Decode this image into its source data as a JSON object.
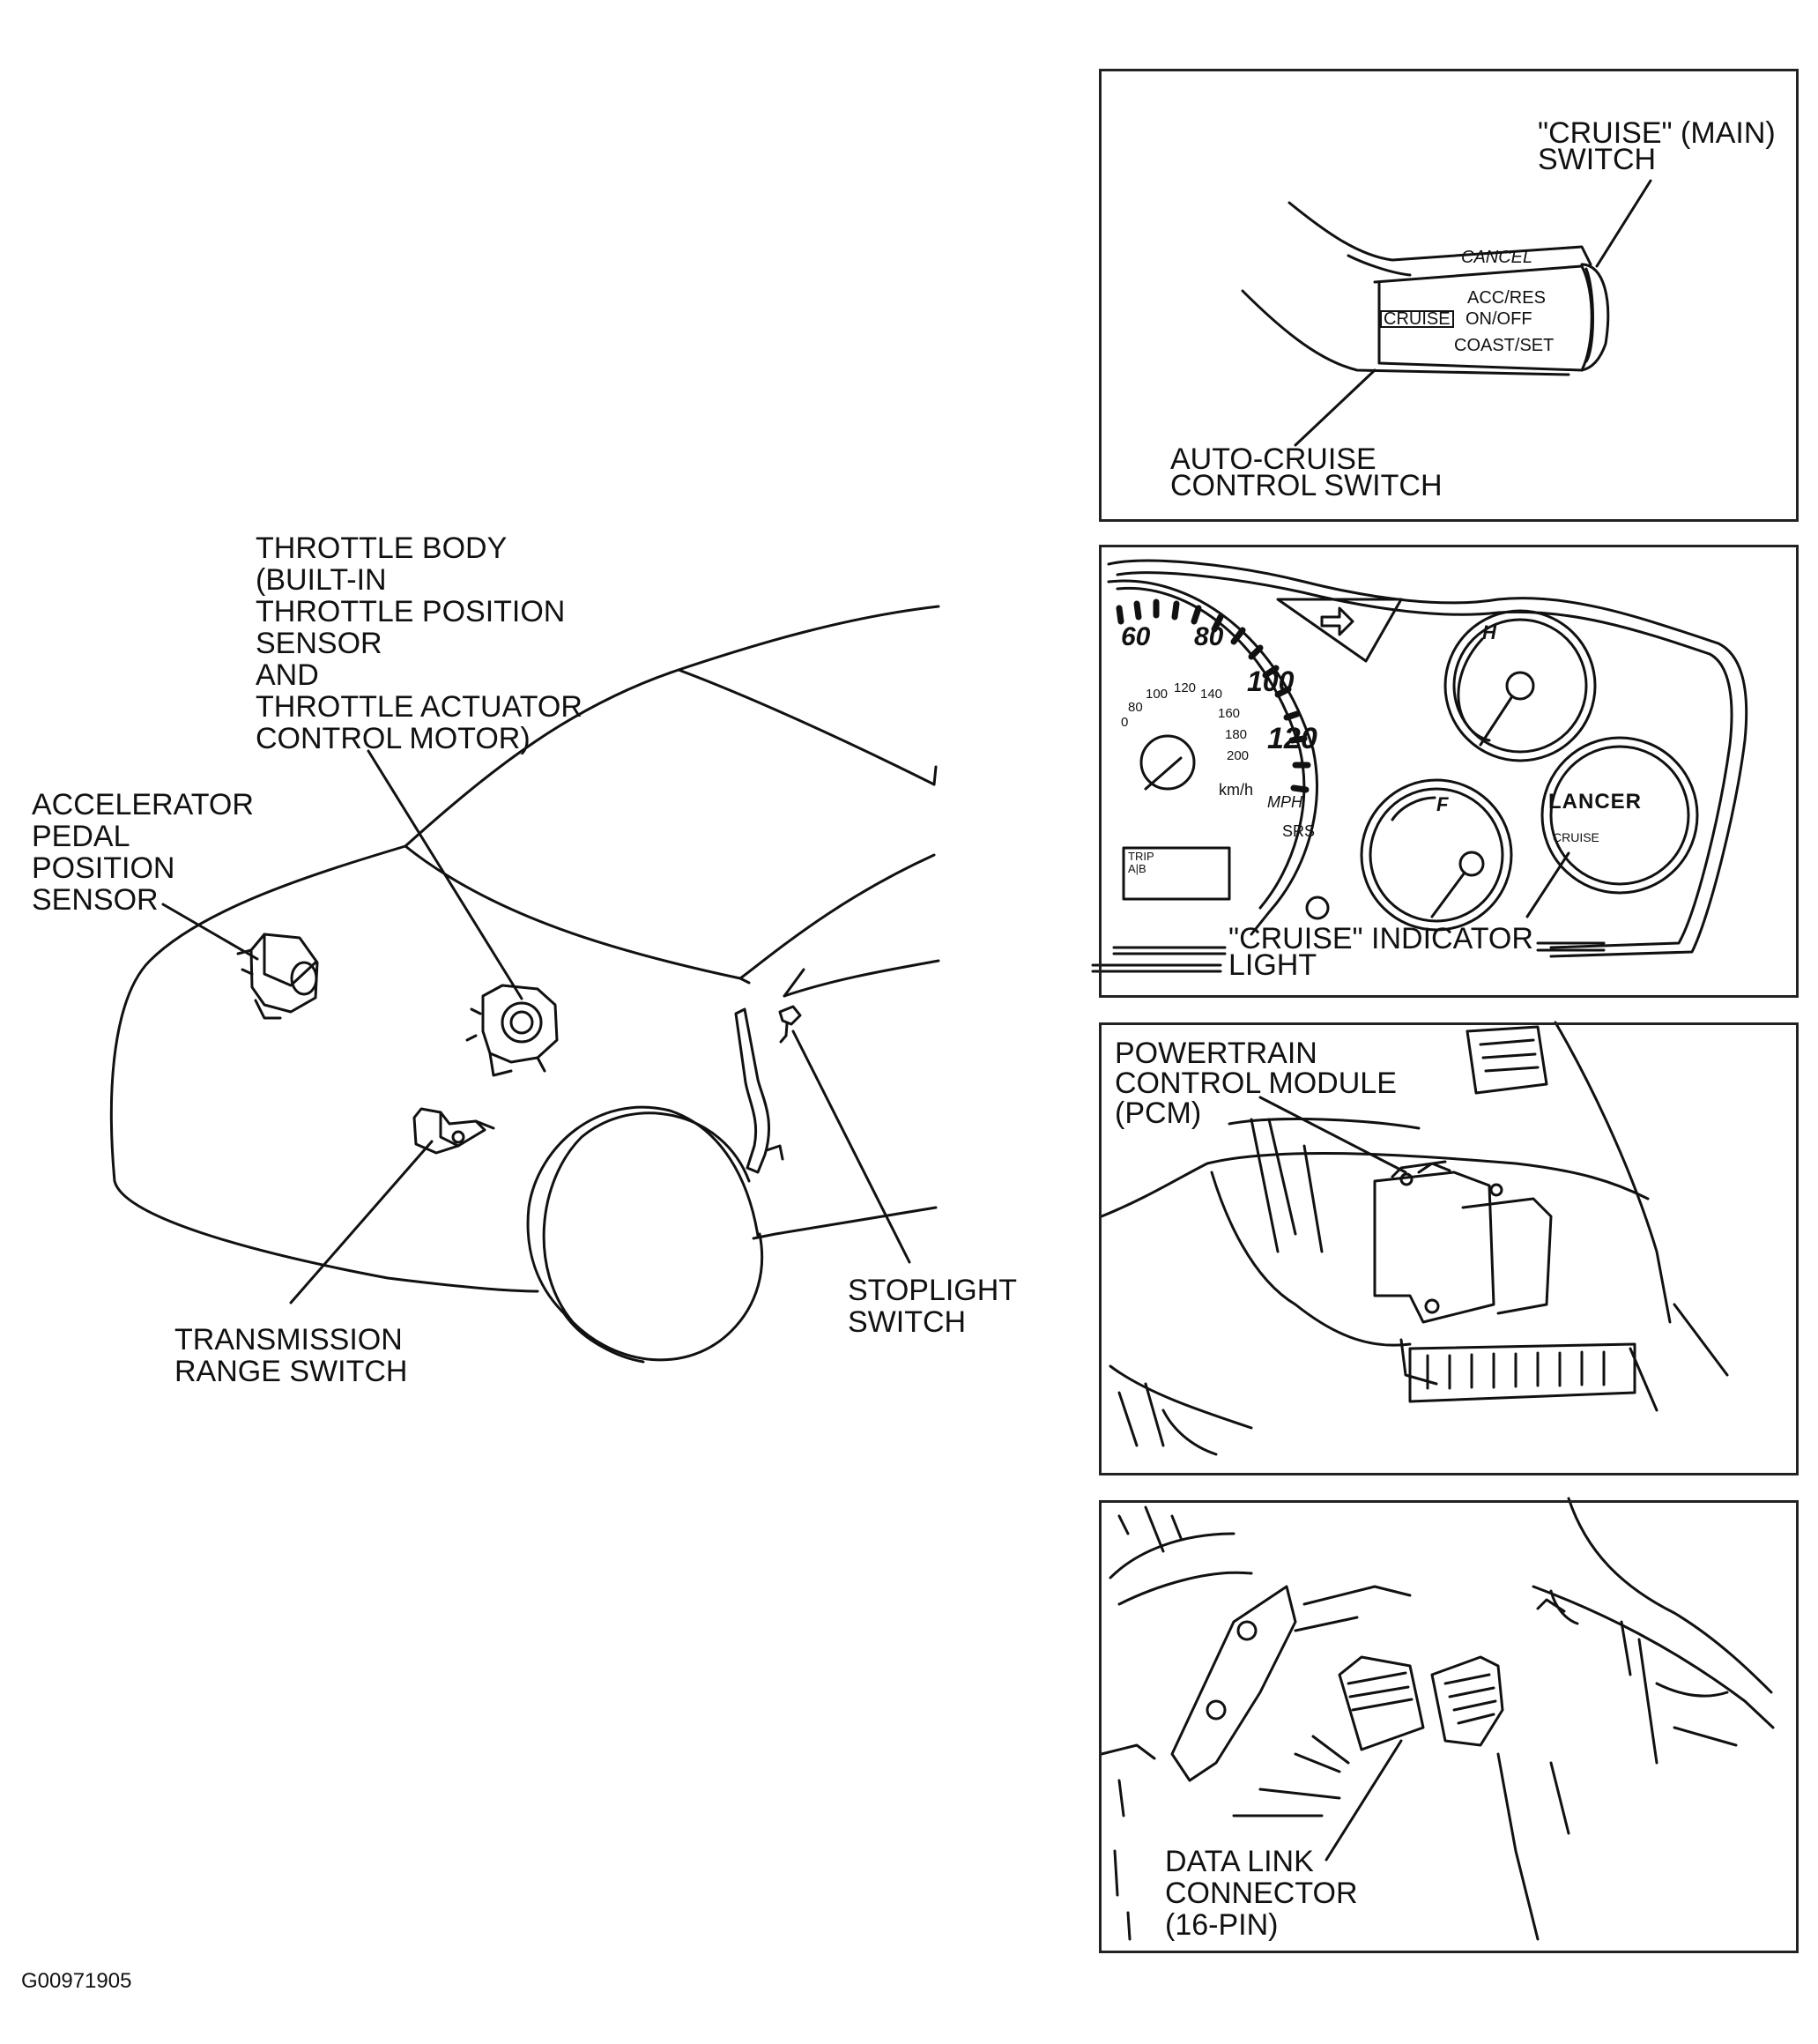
{
  "main_labels": {
    "throttle_body": [
      "THROTTLE BODY",
      "(BUILT-IN",
      "THROTTLE POSITION",
      "SENSOR",
      "AND",
      "THROTTLE ACTUATOR",
      "CONTROL MOTOR)"
    ],
    "accelerator_pedal": [
      "ACCELERATOR",
      "PEDAL",
      "POSITION",
      "SENSOR"
    ],
    "transmission_range": [
      "TRANSMISSION",
      "RANGE SWITCH"
    ],
    "stoplight": [
      "STOPLIGHT",
      "SWITCH"
    ]
  },
  "panel_cruise_switch": {
    "main_switch": [
      "\"CRUISE\" (MAIN)",
      "SWITCH"
    ],
    "control_switch": [
      "AUTO-CRUISE",
      "CONTROL SWITCH"
    ],
    "stalk_text": {
      "cancel": "CANCEL",
      "acc_res": "ACC/RES",
      "cruise": "CRUISE",
      "on_off": "ON/OFF",
      "coast_set": "COAST/SET"
    }
  },
  "panel_cluster": {
    "indicator": [
      "\"CRUISE\" INDICATOR",
      "LIGHT"
    ],
    "speeds_mph": [
      "60",
      "80",
      "100",
      "120"
    ],
    "speeds_kmh": [
      "0",
      "80",
      "100",
      "120",
      "140",
      "160",
      "180",
      "200"
    ],
    "unit_kmh": "km/h",
    "unit_mph": "MPH",
    "srs": "SRS",
    "trip": "TRIP",
    "trip_ab": "A|B",
    "temp_h": "H",
    "fuel_f": "F",
    "brand": "LANCER",
    "cruise_small": "CRUISE"
  },
  "panel_pcm": {
    "label": [
      "POWERTRAIN",
      "CONTROL MODULE",
      "(PCM)"
    ]
  },
  "panel_dlc": {
    "label": [
      "DATA LINK",
      "CONNECTOR",
      "(16-PIN)"
    ]
  },
  "figure_code": "G00971905"
}
